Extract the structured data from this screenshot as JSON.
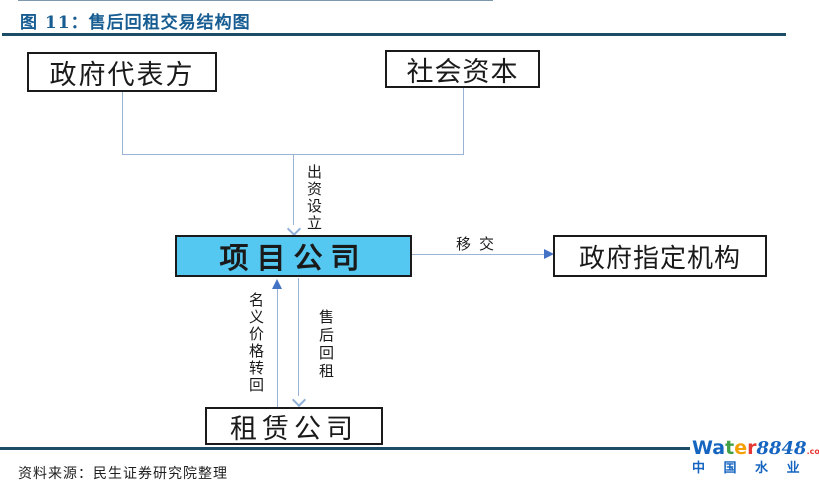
{
  "header": {
    "title": "图 11：售后回租交易结构图"
  },
  "diagram": {
    "nodes": [
      {
        "id": "gov-rep",
        "label": "政府代表方"
      },
      {
        "id": "social-capital",
        "label": "社会资本"
      },
      {
        "id": "project-company",
        "label": "项目公司"
      },
      {
        "id": "gov-agency",
        "label": "政府指定机构"
      },
      {
        "id": "leasing-company",
        "label": "租赁公司"
      }
    ],
    "edges": [
      {
        "id": "invest",
        "label": "出资设立",
        "from": "政府代表方+社会资本",
        "to": "项目公司"
      },
      {
        "id": "transfer",
        "label": "移交",
        "from": "项目公司",
        "to": "政府指定机构"
      },
      {
        "id": "nominal-price-return",
        "label": "名义价格转回",
        "from": "租赁公司",
        "to": "项目公司"
      },
      {
        "id": "sale-leaseback",
        "label": "售后回租",
        "from": "项目公司",
        "to": "租赁公司"
      }
    ]
  },
  "footer": {
    "source": "资料来源：民生证券研究院整理"
  },
  "watermark": {
    "letters": [
      {
        "char": "W",
        "color": "#1565c0"
      },
      {
        "char": "a",
        "color": "#1565c0"
      },
      {
        "char": "t",
        "color": "#43a047"
      },
      {
        "char": "e",
        "color": "#f59f00"
      },
      {
        "char": "r",
        "color": "#e53935"
      }
    ],
    "number": "8848",
    "tld": ".com",
    "site_name": "中 国 水 业 网"
  },
  "colors": {
    "rule_navy": "#1d4d66",
    "title_blue": "#175d92",
    "node_fill_blue": "#54c8f0",
    "connector_blue": "#9ab3d5",
    "arrowhead_blue": "#4472c4"
  }
}
